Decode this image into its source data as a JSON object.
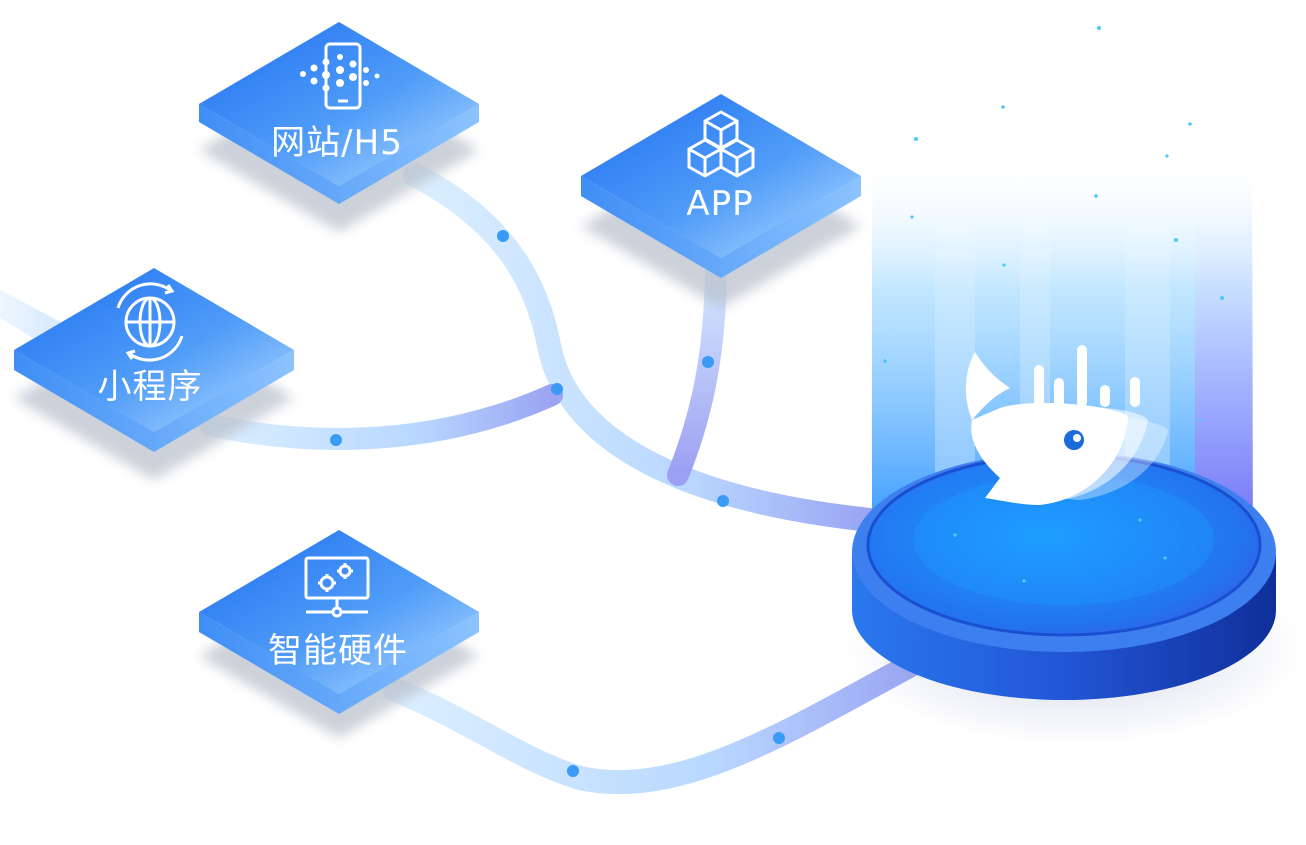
{
  "platforms": [
    {
      "id": "web",
      "label": "网站/H5",
      "icon": "mobile-dots-icon"
    },
    {
      "id": "app",
      "label": "APP",
      "icon": "cubes-icon"
    },
    {
      "id": "mini",
      "label": "小程序",
      "icon": "globe-cycle-icon"
    },
    {
      "id": "hardware",
      "label": "智能硬件",
      "icon": "monitor-gears-icon"
    }
  ],
  "hub": {
    "icon": "whale-chart-icon"
  },
  "colors": {
    "tile_top_start": "#2f7ff5",
    "tile_top_end": "#a6d3ff",
    "tile_side": "#4a95f7",
    "path_light": "#cfe6ff",
    "path_purple": "#9fa7f5",
    "hub_blue": "#1f6fe8",
    "hub_dark": "#1d3fb3",
    "beam": "#3aa0ff",
    "node_dot": "#3b9af5"
  }
}
